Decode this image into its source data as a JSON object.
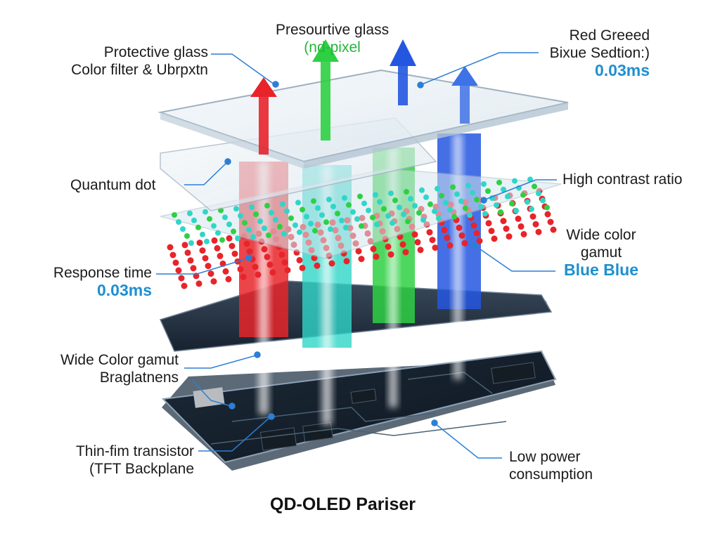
{
  "title": "QD-OLED Pariser",
  "labels": {
    "top_center": {
      "line1": "Presourtive glass",
      "line2": "(nd-pixel"
    },
    "top_left": {
      "line1": "Protective glass",
      "line2": "Color filter & Ubrpxtn"
    },
    "top_right": {
      "line1": "Red Greeed",
      "line2": "Bixue Sedtion:)",
      "value": "0.03ms"
    },
    "quantum_dot": "Quantum dot",
    "contrast": "High contrast ratio",
    "wide_gamut_right": {
      "line1": "Wide color",
      "line2": "gamut",
      "value": "Blue Blue"
    },
    "response_time": {
      "line1": "Response time",
      "value": "0.03ms"
    },
    "wide_gamut_left": {
      "line1": "Wide Color gamut",
      "line2": "Braglatnens"
    },
    "tft": {
      "line1": "Thin-fim transistor",
      "line2": "(TFT Backplane"
    },
    "low_power": {
      "line1": "Low power",
      "line2": "consumption"
    }
  },
  "colors": {
    "red": "#e8242a",
    "green": "#2ed043",
    "blue": "#2457e0",
    "cyan": "#2fd6c8",
    "accent_text": "#1e8fd0",
    "green_text": "#25b53a",
    "leader": "#2c7fd4"
  }
}
